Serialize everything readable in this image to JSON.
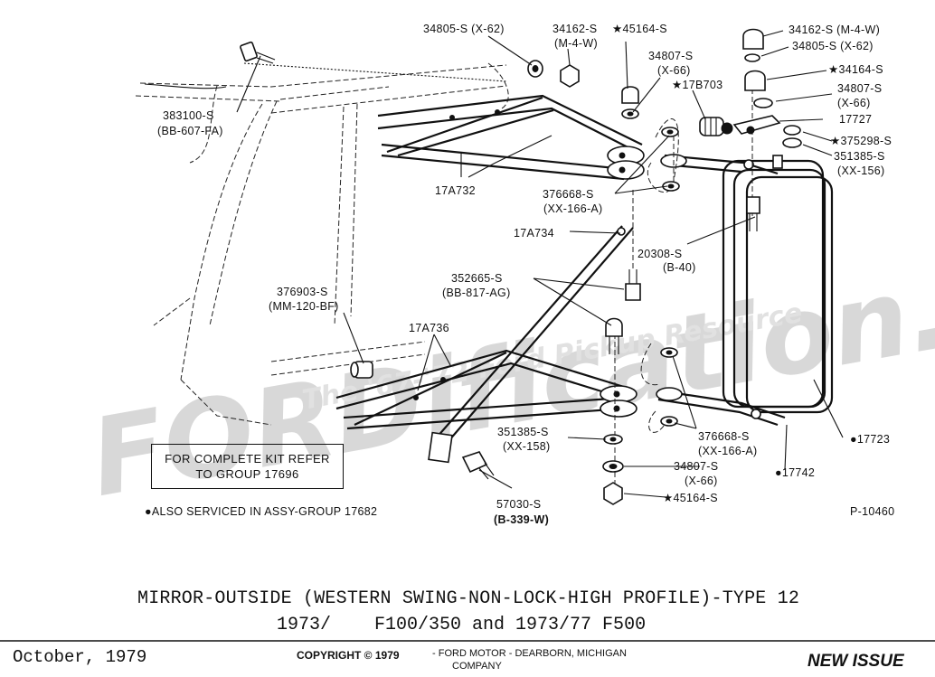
{
  "part_labels": {
    "p383100": "383100-S",
    "p383100_code": "(BB-607-FA)",
    "p34805_a": "34805-S (X-62)",
    "p34162_a": "34162-S",
    "p34162_a_code": "(M-4-W)",
    "p45164_a": "★45164-S",
    "p34807_a": "34807-S",
    "p34807_a_code": "(X-66)",
    "p17b703": "★17B703",
    "p34162_b": "34162-S (M-4-W)",
    "p34805_b": "34805-S (X-62)",
    "p34164": "★34164-S",
    "p34807_b": "34807-S",
    "p34807_b_code": "(X-66)",
    "p17727": "17727",
    "p375298": "★375298-S",
    "p351385_a": "351385-S",
    "p351385_a_code": "(XX-156)",
    "p17a732": "17A732",
    "p376668_a": "376668-S",
    "p376668_a_code": "(XX-166-A)",
    "p17a734": "17A734",
    "p20308": "20308-S",
    "p20308_code": "(B-40)",
    "p352665": "352665-S",
    "p352665_code": "(BB-817-AG)",
    "p376903": "376903-S",
    "p376903_code": "(MM-120-BF)",
    "p17a736": "17A736",
    "p351385_b": "351385-S",
    "p351385_b_code": "(XX-158)",
    "p376668_b": "376668-S",
    "p376668_b_code": "(XX-166-A)",
    "p17723": "●17723",
    "p34807_c": "34807-S",
    "p34807_c_code": "(X-66)",
    "p17742": "●17742",
    "p45164_b": "★45164-S",
    "p57030": "57030-S",
    "p57030_code": "(B-339-W)"
  },
  "kit_note": {
    "line1": "FOR COMPLETE KIT REFER",
    "line2": "TO GROUP 17696"
  },
  "also_serviced": "●ALSO SERVICED IN ASSY-GROUP 17682",
  "figure_id": "P-10460",
  "watermark": {
    "main": "FORDification.com",
    "sub": "The '67-'72 Ford Pickup Resource"
  },
  "title": {
    "line1": "MIRROR-OUTSIDE (WESTERN SWING-NON-LOCK-HIGH PROFILE)-TYPE 12",
    "line2": "1973/    F100/350 and 1973/77 F500"
  },
  "footer": {
    "date": "October, 1979",
    "copyright": "COPYRIGHT © 1979",
    "company_line1": "- FORD MOTOR - DEARBORN, MICHIGAN",
    "company_line2": "COMPANY",
    "status": "NEW ISSUE"
  }
}
